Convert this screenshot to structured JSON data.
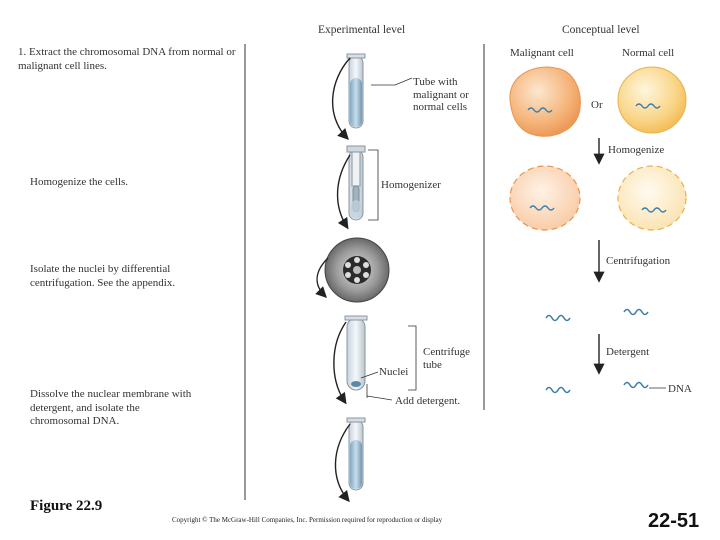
{
  "headers": {
    "experimental": "Experimental level",
    "conceptual": "Conceptual level"
  },
  "steps": {
    "s1": "1. Extract the chromosomal DNA from normal or malignant cell lines.",
    "s2": "Homogenize the cells.",
    "s3": "Isolate the nuclei by differential centrifugation. See the appendix.",
    "s4": "Dissolve the nuclear membrane with detergent, and isolate the chromosomal DNA."
  },
  "experimental_labels": {
    "tube": "Tube with malignant or normal cells",
    "homogenizer": "Homogenizer",
    "centrifuge_tube": "Centrifuge tube",
    "nuclei": "Nuclei",
    "add_detergent": "Add detergent."
  },
  "conceptual_labels": {
    "malignant_cell": "Malignant cell",
    "normal_cell": "Normal cell",
    "or": "Or",
    "homogenize": "Homogenize",
    "centrifugation": "Centrifugation",
    "detergent": "Detergent",
    "dna": "DNA"
  },
  "footer": {
    "figure": "Figure 22.9",
    "copyright": "Copyright © The McGraw-Hill Companies, Inc. Permission required for reproduction or display",
    "page": "22-51"
  },
  "colors": {
    "malignant_cell": "#f2a968",
    "normal_cell": "#f7c868",
    "dna": "#3b7fa8",
    "arrow": "#222222"
  }
}
